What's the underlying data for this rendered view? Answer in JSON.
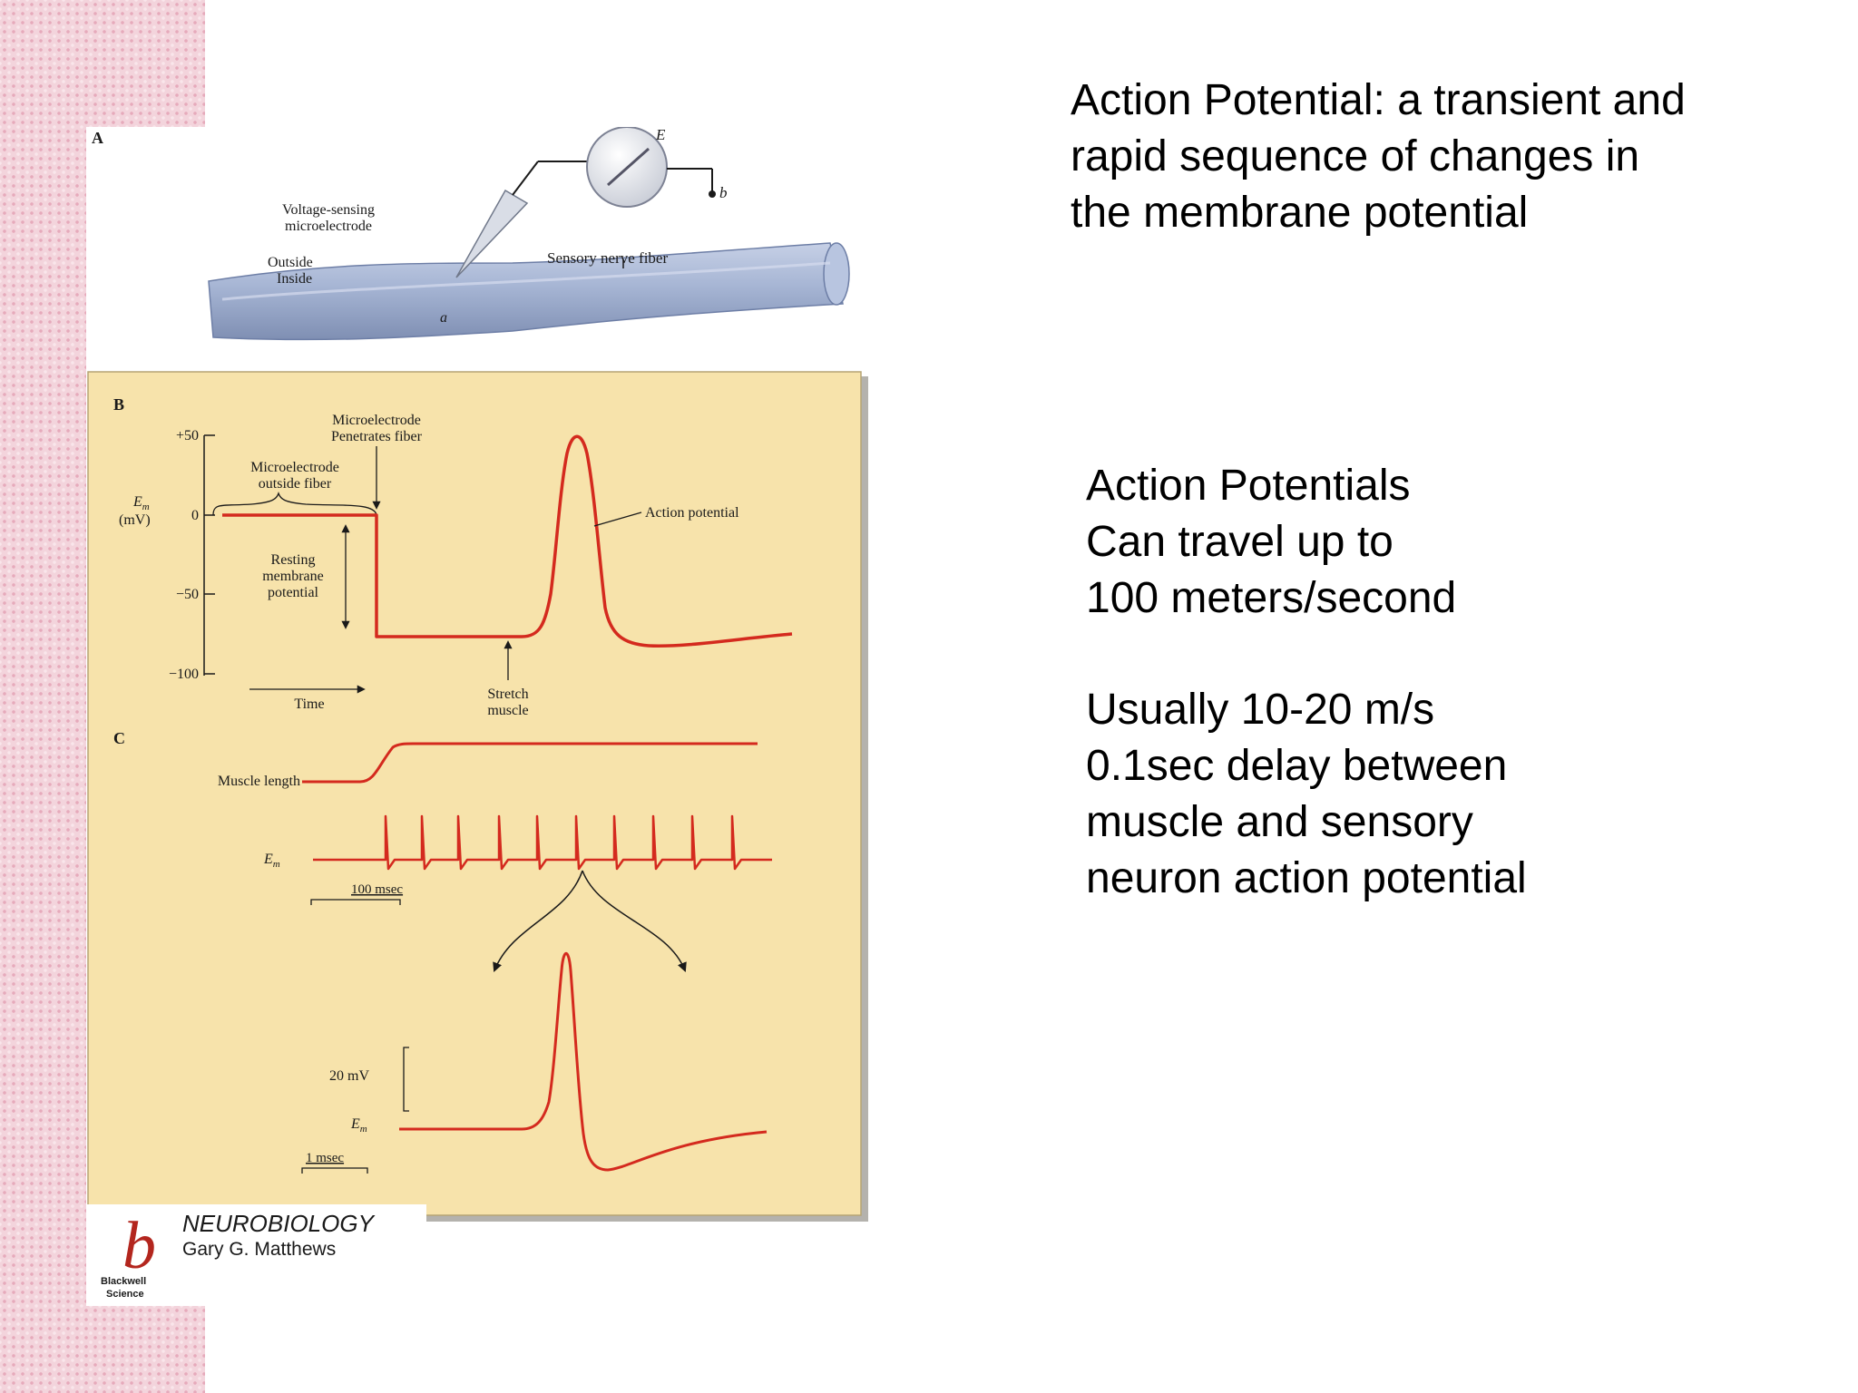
{
  "slide": {
    "title_text": "Action Potential: a transient and\nrapid sequence of changes in\nthe membrane potential",
    "speed_text": "Action Potentials\nCan travel up to\n100 meters/second",
    "detail_text": "Usually 10-20 m/s\n0.1sec delay between\nmuscle and sensory\nneuron action potential"
  },
  "figure": {
    "panel_a": {
      "letter": "A",
      "meter_label": "E",
      "ground_label": "b",
      "point_label": "a",
      "electrode_label_1": "Voltage-sensing",
      "electrode_label_2": "microelectrode",
      "fiber_label": "Sensory nerve fiber",
      "outside_label": "Outside",
      "inside_label": "Inside"
    },
    "panel_b": {
      "letter": "B",
      "y_label_1": "E",
      "y_label_sub": "m",
      "y_label_2": "(mV)",
      "ticks": [
        "+50",
        "0",
        "−50",
        "−100"
      ],
      "penetrates_label_1": "Microelectrode",
      "penetrates_label_2": "Penetrates fiber",
      "outside_label_1": "Microelectrode",
      "outside_label_2": "outside fiber",
      "resting_label_1": "Resting",
      "resting_label_2": "membrane",
      "resting_label_3": "potential",
      "ap_label": "Action potential",
      "time_label": "Time",
      "stretch_label_1": "Stretch",
      "stretch_label_2": "muscle"
    },
    "panel_c": {
      "letter": "C",
      "muscle_label": "Muscle length",
      "em_label": "E",
      "em_sub": "m",
      "scale_100": "100 msec",
      "scale_20mv": "20 mV",
      "scale_1ms": "1 msec"
    },
    "logo": {
      "mark": "b",
      "title": "NEUROBIOLOGY",
      "author": "Gary G. Matthews",
      "publisher_1": "Blackwell",
      "publisher_2": "Science"
    }
  },
  "colors": {
    "trace": "#d42a1e",
    "panel_bg": "#f7e3ab",
    "fiber": "#a9b8d6",
    "stripe": "#f3d4dc"
  }
}
